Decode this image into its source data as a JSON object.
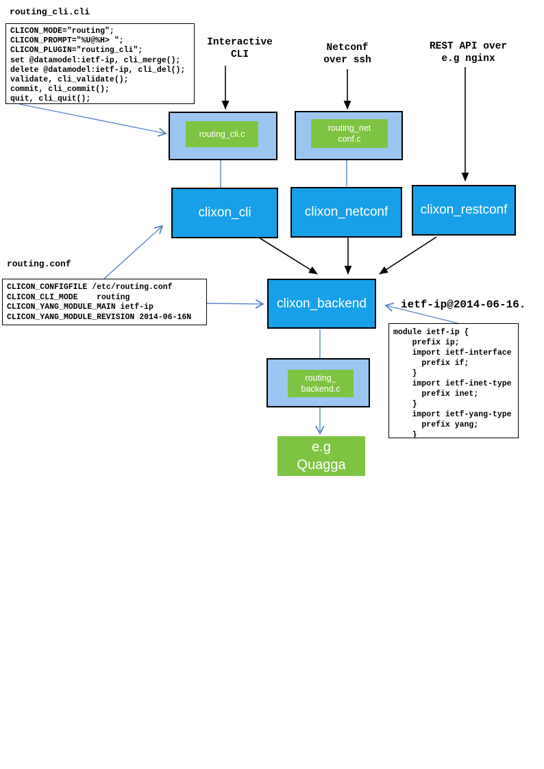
{
  "colors": {
    "node_blue": "#17a0e8",
    "node_light_blue": "#9cc5f0",
    "node_green": "#7fc342",
    "arrow_blue": "#5b87c6",
    "arrow_black": "#000000"
  },
  "files": {
    "routing_cli": {
      "title": "routing_cli.cli",
      "code": "CLICON_MODE=\"routing\";\nCLICON_PROMPT=\"%U@%H> \";\nCLICON_PLUGIN=\"routing_cli\";\nset @datamodel:ietf-ip, cli_merge();\ndelete @datamodel:ietf-ip, cli_del();\nvalidate, cli_validate();\ncommit, cli_commit();\nquit, cli_quit();"
    },
    "routing_conf": {
      "title": "routing.conf",
      "code": "CLICON_CONFIGFILE /etc/routing.conf\nCLICON_CLI_MODE    routing\nCLICON_YANG_MODULE_MAIN ietf-ip\nCLICON_YANG_MODULE_REVISION 2014-06-16N"
    },
    "ietf_module": {
      "label": "ietf-ip@2014-06-16.",
      "code": "module ietf-ip {\n    prefix ip;\n    import ietf-interface\n      prefix if;\n    }\n    import ietf-inet-type\n      prefix inet;\n    }\n    import ietf-yang-type\n      prefix yang;\n    }"
    }
  },
  "labels": {
    "interactive_cli": "Interactive\nCLI",
    "netconf_ssh": "Netconf\nover ssh",
    "rest_api": "REST API over\ne.g nginx"
  },
  "nodes": {
    "routing_cli_c": "routing_cli.c",
    "routing_netconf_c": "routing_net\nconf.c",
    "clixon_cli": "clixon_cli",
    "clixon_netconf": "clixon_netconf",
    "clixon_restconf": "clixon_restconf",
    "clixon_backend": "clixon_backend",
    "routing_backend_c": "routing_\nbackend.c",
    "quagga": "e.g\nQuagga"
  }
}
